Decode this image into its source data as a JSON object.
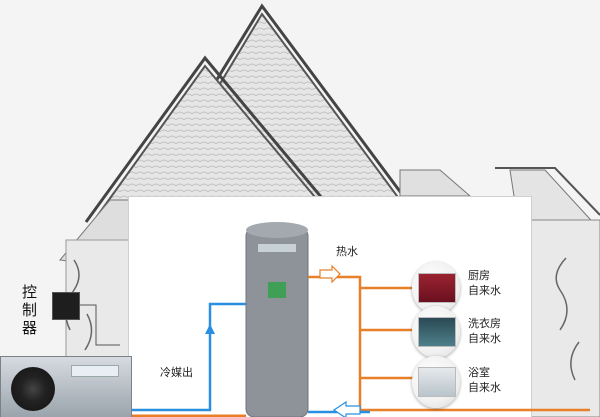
{
  "diagram": {
    "controller_label": "控制器",
    "hot_water_label": "热水",
    "refrigerant_out_label": "冷媒出",
    "outputs": [
      {
        "line1": "厨房",
        "line2": "自来水",
        "icon": "kitchen-faucet-icon"
      },
      {
        "line1": "洗衣房",
        "line2": "自来水",
        "icon": "laundry-icon"
      },
      {
        "line1": "浴室",
        "line2": "自来水",
        "icon": "bathroom-faucet-icon"
      }
    ]
  },
  "colors": {
    "hot_line": "#e8802a",
    "cold_line": "#2a8fe0",
    "tank": "#8d9399"
  }
}
